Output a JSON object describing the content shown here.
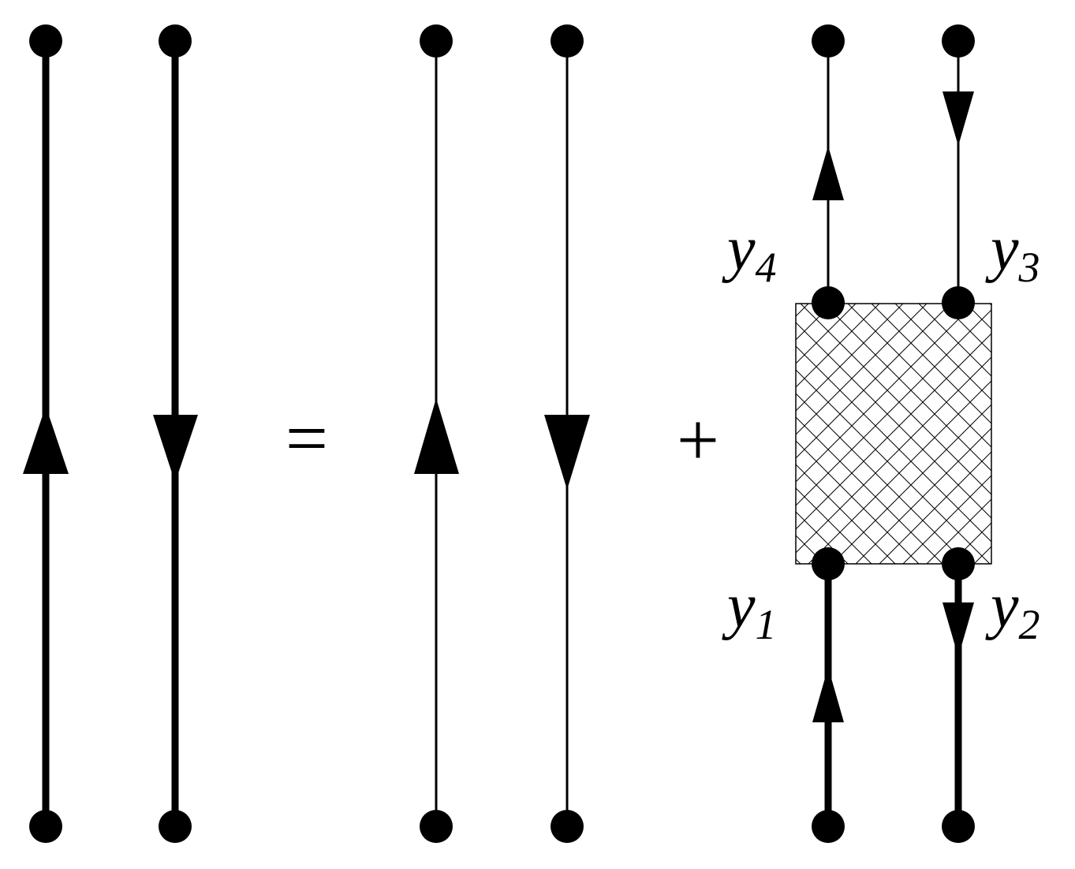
{
  "equation": {
    "equals": "=",
    "plus": "+"
  },
  "vertex_labels": {
    "y1": {
      "base": "y",
      "sub": "1"
    },
    "y2": {
      "base": "y",
      "sub": "2"
    },
    "y3": {
      "base": "y",
      "sub": "3"
    },
    "y4": {
      "base": "y",
      "sub": "4"
    }
  },
  "colors": {
    "ink": "#000000",
    "background": "#ffffff"
  }
}
